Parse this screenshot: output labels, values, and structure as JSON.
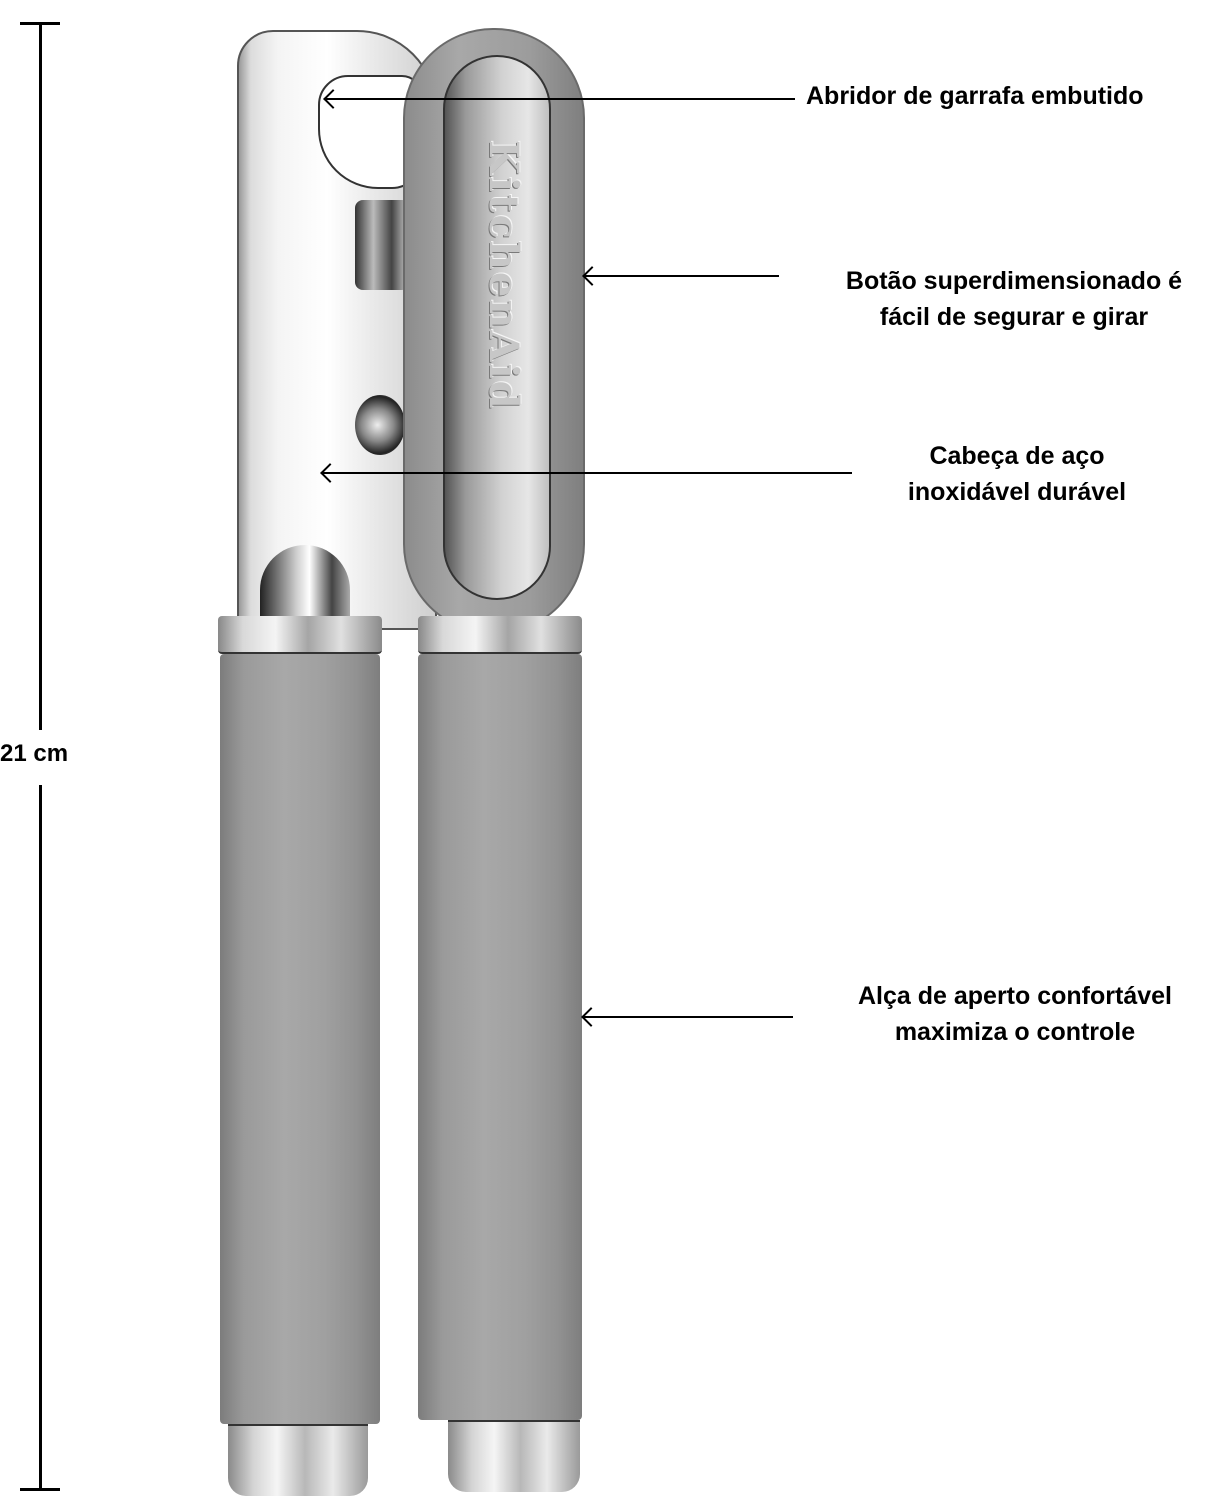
{
  "product": {
    "brand_mark": "KitchenAid",
    "type": "can opener",
    "colors": {
      "handle_grey": "#9a9a9a",
      "chrome": "#e6e6e6",
      "background": "#ffffff"
    }
  },
  "dimension": {
    "label": "21 cm",
    "orientation": "vertical"
  },
  "callouts": [
    {
      "id": "bottle-opener",
      "lines": [
        "Abridor de garrafa embutido"
      ]
    },
    {
      "id": "oversized-knob",
      "lines": [
        "Botão superdimensionado é",
        "fácil de segurar e girar"
      ]
    },
    {
      "id": "steel-head",
      "lines": [
        "Cabeça de aço",
        "inoxidável durável"
      ]
    },
    {
      "id": "comfort-grip",
      "lines": [
        "Alça de aperto confortável",
        "maximiza o controle"
      ]
    }
  ]
}
